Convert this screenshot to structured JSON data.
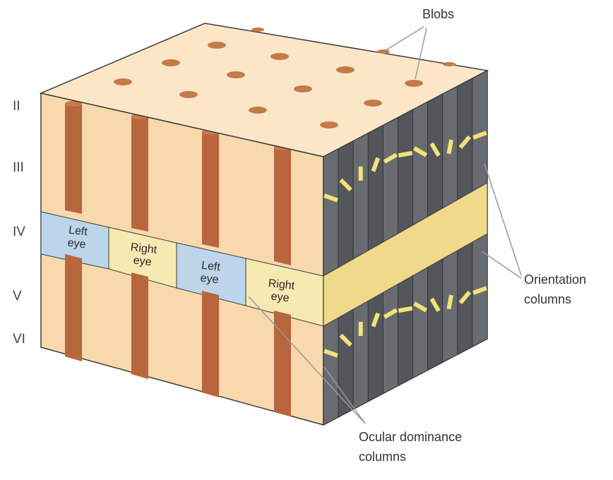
{
  "layers": [
    "II",
    "III",
    "IV",
    "V",
    "VI"
  ],
  "callouts": {
    "blobs": "Blobs",
    "orientation": [
      "Orientation",
      "columns"
    ],
    "ocular": [
      "Ocular dominance",
      "columns"
    ]
  },
  "eye_bands": [
    {
      "lines": [
        "Left",
        "eye"
      ],
      "eye": "left"
    },
    {
      "lines": [
        "Right",
        "eye"
      ],
      "eye": "right"
    },
    {
      "lines": [
        "Left",
        "eye"
      ],
      "eye": "left"
    },
    {
      "lines": [
        "Right",
        "eye"
      ],
      "eye": "right"
    }
  ],
  "colors": {
    "tissue": "#f7d9ad",
    "tissue_top": "#fbe7c8",
    "blob": "#b8663b",
    "left_eye": "#bcd5ea",
    "right_eye": "#f7e9b2",
    "layer4_side": "#f0d98a",
    "orientation_face": "#5c5f63",
    "orientation_bar": "#f1e27a",
    "outline": "#3c3c3c",
    "leader": "#9a9a9a"
  }
}
